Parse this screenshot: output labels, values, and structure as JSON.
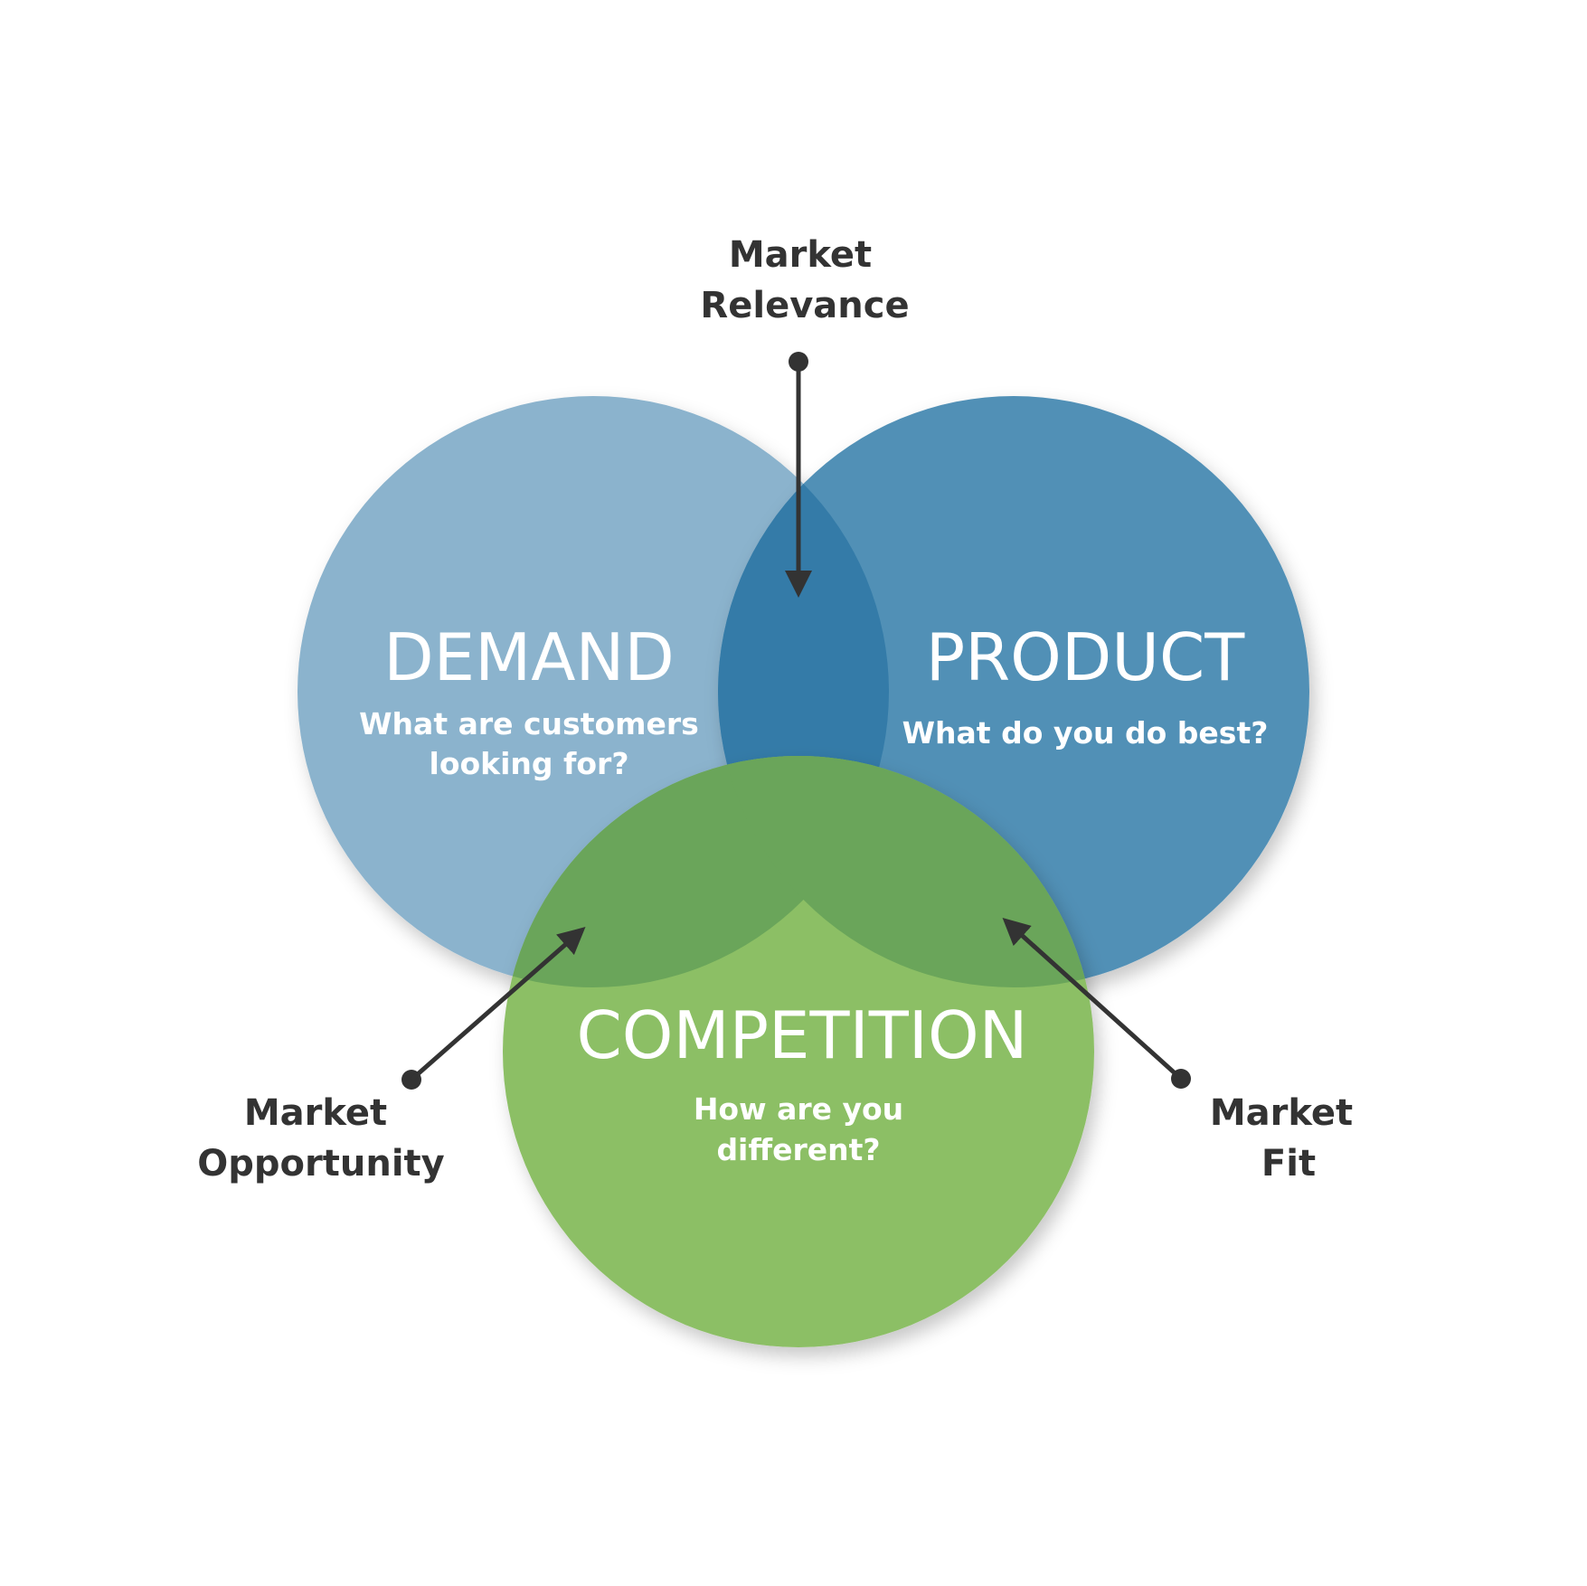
{
  "colors": {
    "demand": "#8bb3cd",
    "product": "#5190b6",
    "relevance_overlap": "#347ba8",
    "competition": "#8cbf65",
    "competition_overlap": "#6aa55a",
    "pointer": "#333333",
    "label_text": "#ffffff"
  },
  "circles": {
    "demand": {
      "title": "DEMAND",
      "subtitle": [
        "What are customers",
        "looking for?"
      ]
    },
    "product": {
      "title": "PRODUCT",
      "subtitle": [
        "What do you do best?"
      ]
    },
    "competition": {
      "title": "COMPETITION",
      "subtitle": [
        "How are you",
        "different?"
      ]
    }
  },
  "callouts": {
    "relevance": [
      "Market",
      "Relevance"
    ],
    "opportunity": [
      "Market",
      "Opportunity"
    ],
    "fit": [
      "Market",
      "Fit"
    ]
  }
}
